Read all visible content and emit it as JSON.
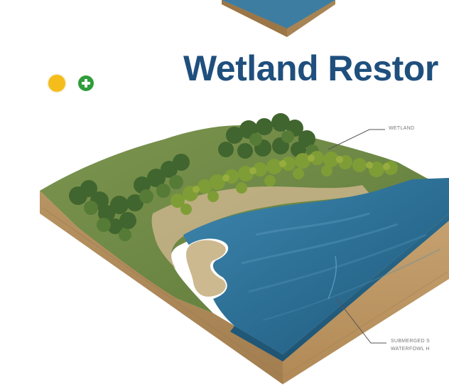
{
  "title": "Wetland Restor",
  "callouts": {
    "wetland": "WETLAND",
    "submerged_line1": "SUBMERGED S",
    "submerged_line2": "WATERFOWL H"
  },
  "controls": {
    "status_dot": "yellow-circle",
    "add_button": "plus-icon"
  },
  "colors": {
    "title": "#1f4f7d",
    "water": "#2f6f96",
    "grass": "#6f8a45",
    "soil": "#b48e5d",
    "sand": "#c9b48a",
    "status_yellow": "#f4bd1c",
    "add_green": "#2f9d3a"
  }
}
